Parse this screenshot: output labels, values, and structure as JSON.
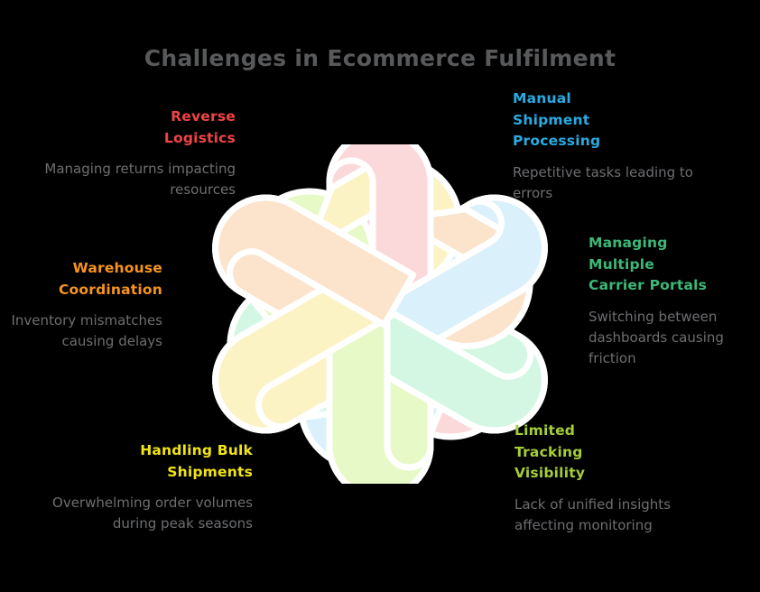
{
  "title": "Challenges in Ecommerce Fulfilment",
  "title_color": "#58595b",
  "background_color": "#000000",
  "description_color": "#6d6e71",
  "nodes": [
    {
      "id": "reverse-logistics",
      "title": "Reverse\nLogistics",
      "title_line1": "Reverse",
      "title_line2": "Logistics",
      "description": "Managing returns impacting resources",
      "color": "#ef4444",
      "strand_color": "#fbd9db",
      "align": "right"
    },
    {
      "id": "manual-shipment-processing",
      "title": "Manual Shipment Processing",
      "title_line1": "Manual",
      "title_line2": "Shipment",
      "title_line3": "Processing",
      "description": "Repetitive tasks leading to errors",
      "color": "#29abe2",
      "strand_color": "#daf0fb",
      "align": "left"
    },
    {
      "id": "warehouse-coordination",
      "title": "Warehouse Coordination",
      "title_line1": "Warehouse",
      "title_line2": "Coordination",
      "description": "Inventory mismatches causing delays",
      "color": "#f7941e",
      "strand_color": "#fbe3cc",
      "align": "right"
    },
    {
      "id": "managing-multiple-carrier-portals",
      "title": "Managing Multiple Carrier Portals",
      "title_line1": "Managing",
      "title_line2": "Multiple",
      "title_line3": "Carrier Portals",
      "description": "Switching between dashboards causing friction",
      "color": "#3cb878",
      "strand_color": "#d3f7e3",
      "align": "left"
    },
    {
      "id": "handling-bulk-shipments",
      "title": "Handling Bulk Shipments",
      "title_line1": "Handling Bulk",
      "title_line2": "Shipments",
      "description": "Overwhelming order volumes during peak seasons",
      "color": "#f2e414",
      "strand_color": "#fbf3c4",
      "align": "right"
    },
    {
      "id": "limited-tracking-visibility",
      "title": "Limited Tracking Visibility",
      "title_line1": "Limited",
      "title_line2": "Tracking",
      "title_line3": "Visibility",
      "description": "Lack of unified insights affecting monitoring",
      "color": "#a6ce39",
      "strand_color": "#e8f9c8",
      "align": "left"
    }
  ],
  "graphic": {
    "name": "six-strand-interlocking-knot",
    "strand_count": 6,
    "strand_colors": [
      "#fbd9db",
      "#daf0fb",
      "#d3f7e3",
      "#e8f9c8",
      "#fbf3c4",
      "#fbe3cc"
    ],
    "outline_color": "#ffffff"
  }
}
